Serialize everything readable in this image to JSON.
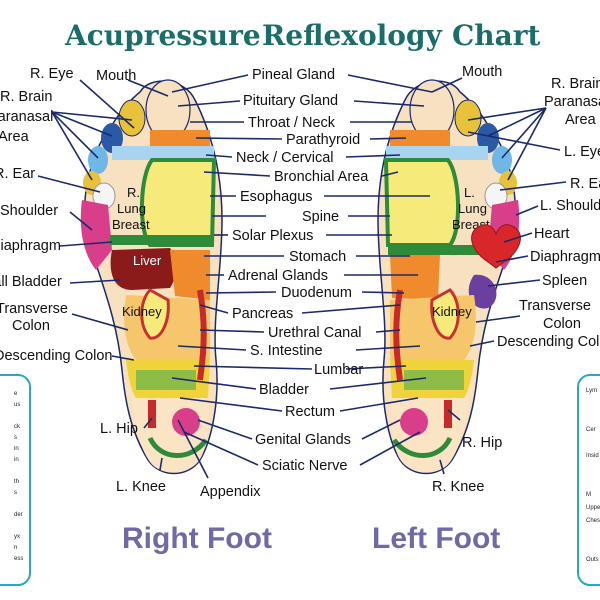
{
  "title": {
    "word1": "Acupressure",
    "word2": "Reflexology",
    "word3": "Chart"
  },
  "foot_titles": {
    "right": "Right Foot",
    "left": "Left Foot"
  },
  "center_labels": [
    "Pineal Gland",
    "Pituitary Gland",
    "Throat / Neck",
    "Parathyroid",
    "Neck / Cervical",
    "Bronchial Area",
    "Esophagus",
    "Spine",
    "Solar Plexus",
    "Stomach",
    "Adrenal Glands",
    "Duodenum",
    "Pancreas",
    "Urethral Canal",
    "S. Intestine",
    "Lumbar",
    "Bladder",
    "Rectum",
    "Genital Glands",
    "Sciatic Nerve",
    "Appendix"
  ],
  "right_foot_labels": {
    "mouth": "Mouth",
    "r_eye": "R. Eye",
    "r_brain": "R. Brain",
    "paranasal": "Paranasal",
    "area": "Area",
    "r_ear": "R. Ear",
    "shoulder": "Shoulder",
    "diaphragm": "Diaphragm",
    "gall_bladder": "Gall Bladder",
    "transverse": "Transverse",
    "colon": "Colon",
    "descending_colon": "Descending Colon",
    "r_hip": "L. Hip",
    "r_knee": "L. Knee"
  },
  "right_foot_inner": {
    "r_lung_1": "R.",
    "r_lung_2": "Lung",
    "r_lung_3": "Breast",
    "liver": "Liver",
    "kidney": "Kidney"
  },
  "left_foot_labels": {
    "mouth": "Mouth",
    "r_brain": "R. Brain",
    "paranasal": "Paranasal",
    "area": "Area",
    "l_eye": "L. Eye",
    "r_ear": "R. Ear",
    "shoulder": "L. Shoulder",
    "heart": "Heart",
    "diaphragm": "Diaphragm",
    "spleen": "Spleen",
    "transverse": "Transverse",
    "colon": "Colon",
    "descending_colon": "Descending Colon",
    "r_hip": "R. Hip",
    "r_knee": "R. Knee"
  },
  "left_foot_inner": {
    "l_lung_1": "L.",
    "l_lung_2": "Lung",
    "l_lung_3": "Breast",
    "kidney": "Kidney"
  },
  "left_side_panel": [
    "Lym",
    "",
    "",
    "Cer",
    "",
    "Insid",
    "",
    "",
    "M",
    "Uppe",
    "Chest",
    "",
    "",
    "Outs"
  ],
  "right_side_panel_fragments": [
    "e",
    "us",
    "",
    "ck",
    "s",
    "in",
    "in",
    "",
    "th",
    "s",
    "",
    "der",
    "",
    "yx",
    "n",
    "ess"
  ],
  "colors": {
    "title": "#1b6d6a",
    "foot_title": "#6f6aa6",
    "line": "#1a2a6a",
    "liver": "#8b1a1a",
    "heart": "#d9262a",
    "spleen": "#6a3fa0"
  }
}
